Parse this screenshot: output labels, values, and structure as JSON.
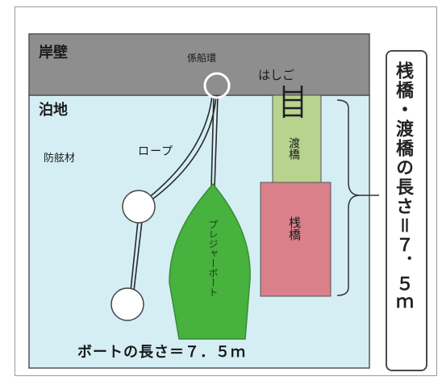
{
  "labels": {
    "quay_wall": "岸壁",
    "mooring_ring": "係船環",
    "ladder": "はしご",
    "berth": "泊地",
    "fender": "防舷材",
    "rope": "ロープ",
    "gangway": "渡橋",
    "pier": "桟橋",
    "boat": "プレジャーボート",
    "boat_length": "ボートの長さ＝７．５ｍ",
    "pier_length": "桟橋・渡橋の長さ＝７．５ｍ"
  },
  "colors": {
    "quay": "#8e8e8e",
    "water": "#d4eef4",
    "gangway": "#b7d38e",
    "pier": "#d9808a",
    "boat": "#47b23e",
    "fender": "#ffffff"
  }
}
